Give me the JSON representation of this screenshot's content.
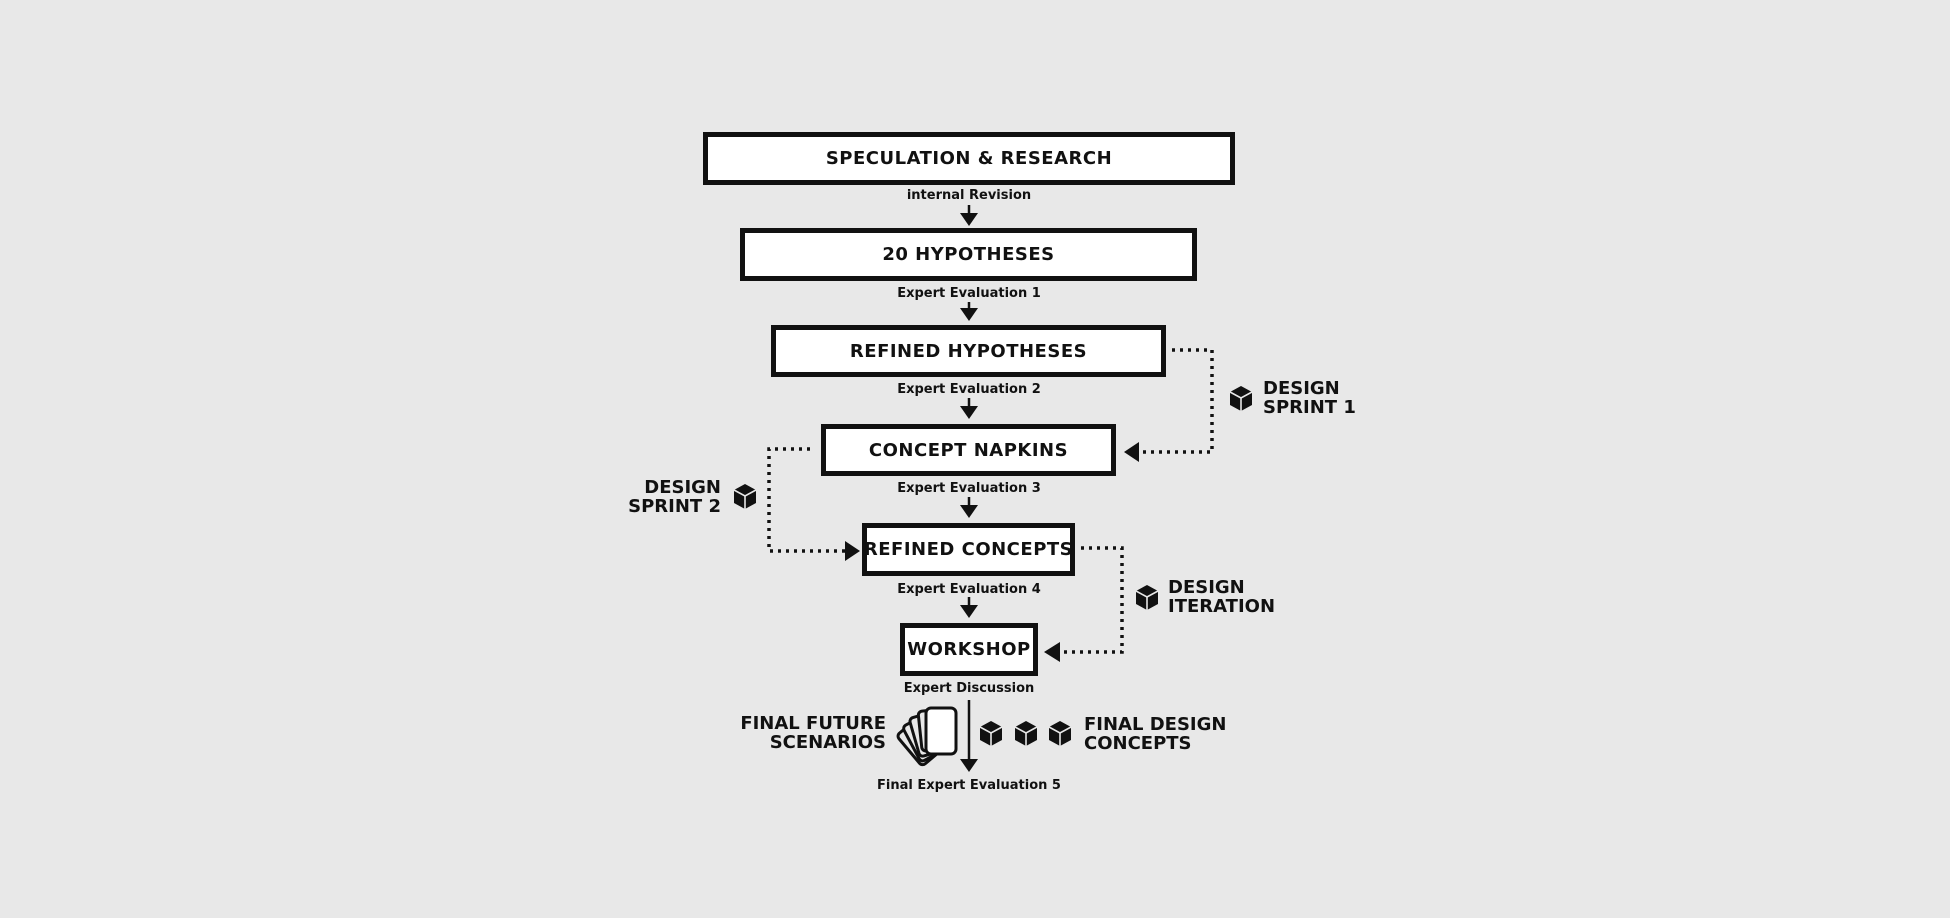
{
  "stages": [
    {
      "id": "speculation",
      "label": "SPECULATION & RESEARCH"
    },
    {
      "id": "hypotheses",
      "label": "20 HYPOTHESES"
    },
    {
      "id": "refined-hypotheses",
      "label": "REFINED HYPOTHESES"
    },
    {
      "id": "concept-napkins",
      "label": "CONCEPT NAPKINS"
    },
    {
      "id": "refined-concepts",
      "label": "REFINED CONCEPTS"
    },
    {
      "id": "workshop",
      "label": "WORKSHOP"
    }
  ],
  "transitions": [
    "internal Revision",
    "Expert Evaluation 1",
    "Expert Evaluation 2",
    "Expert Evaluation 3",
    "Expert Evaluation 4",
    "Expert Discussion",
    "Final Expert Evaluation 5"
  ],
  "loops": {
    "sprint1": [
      "DESIGN",
      "SPRINT 1"
    ],
    "sprint2": [
      "DESIGN",
      "SPRINT 2"
    ],
    "iteration": [
      "DESIGN",
      "ITERATION"
    ]
  },
  "outputs": {
    "scenarios": [
      "FINAL FUTURE",
      "SCENARIOS"
    ],
    "concepts": [
      "FINAL DESIGN",
      "CONCEPTS"
    ]
  },
  "icons": {
    "loop": "cube-icon",
    "scenarios": "card-stack-icon",
    "concepts": "cube-icon"
  },
  "colors": {
    "background": "#e8e8e8",
    "ink": "#111111",
    "box_fill": "#ffffff"
  }
}
